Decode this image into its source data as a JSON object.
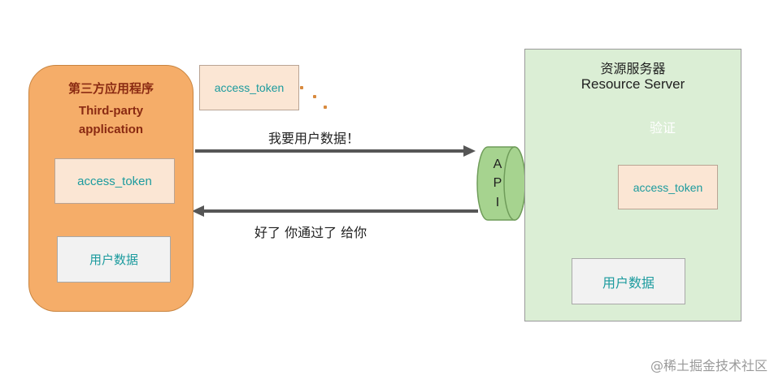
{
  "third_party_app": {
    "title_cn": "第三方应用程序",
    "title_en_line1": "Third-party",
    "title_en_line2": "application",
    "token_label": "access_token",
    "data_label": "用户数据"
  },
  "floating_token": {
    "label": "access_token"
  },
  "resource_server": {
    "title_cn": "资源服务器",
    "title_en": "Resource Server",
    "verify_label": "验证",
    "token_label": "access_token",
    "data_label": "用户数据"
  },
  "api": {
    "letters": [
      "A",
      "P",
      "I"
    ]
  },
  "messages": {
    "request": "我要用户数据！",
    "response": "好了 你通过了 给你"
  },
  "watermark": "@稀土掘金技术社区",
  "colors": {
    "app_fill": "#f5ad69",
    "app_title": "#8a2a12",
    "token_fill": "#fbe6d4",
    "token_text": "#1c9b9e",
    "server_fill": "#dbeed5",
    "verify_burst": "#f04f6b",
    "api_fill": "#a6d38f",
    "arrow": "#565656"
  }
}
